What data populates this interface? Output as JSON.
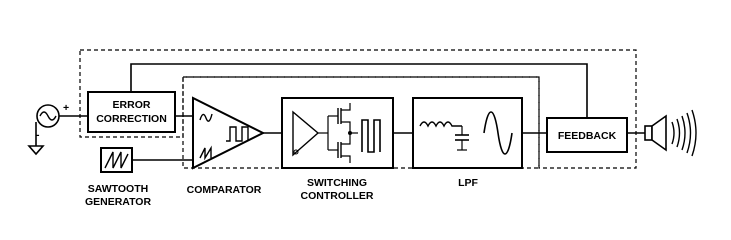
{
  "blocks": {
    "error_correction": {
      "line1": "ERROR",
      "line2": "CORRECTION"
    },
    "feedback": {
      "label": "FEEDBACK"
    }
  },
  "captions": {
    "sawtooth_generator": {
      "line1": "SAWTOOTH",
      "line2": "GENERATOR"
    },
    "comparator": "COMPARATOR",
    "switching_controller": {
      "line1": "SWITCHING",
      "line2": "CONTROLLER"
    },
    "lpf": "LPF"
  },
  "symbols": {
    "input_plus": "+",
    "input_minus": "-"
  }
}
